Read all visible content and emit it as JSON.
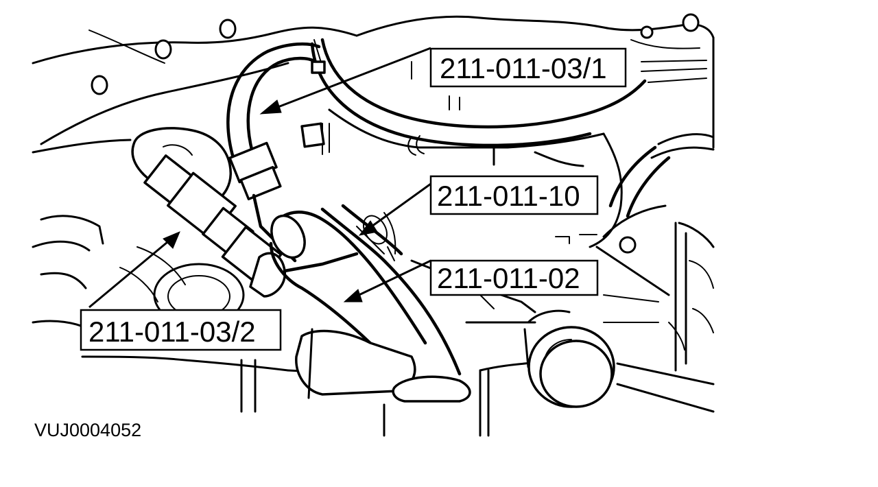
{
  "callouts": [
    {
      "id": "c1",
      "label": "211-011-03/1"
    },
    {
      "id": "c2",
      "label": "211-011-10"
    },
    {
      "id": "c3",
      "label": "211-011-02"
    },
    {
      "id": "c4",
      "label": "211-011-03/2"
    }
  ],
  "reference_code": "VUJ0004052",
  "colors": {
    "ink": "#000000",
    "paper": "#ffffff"
  }
}
